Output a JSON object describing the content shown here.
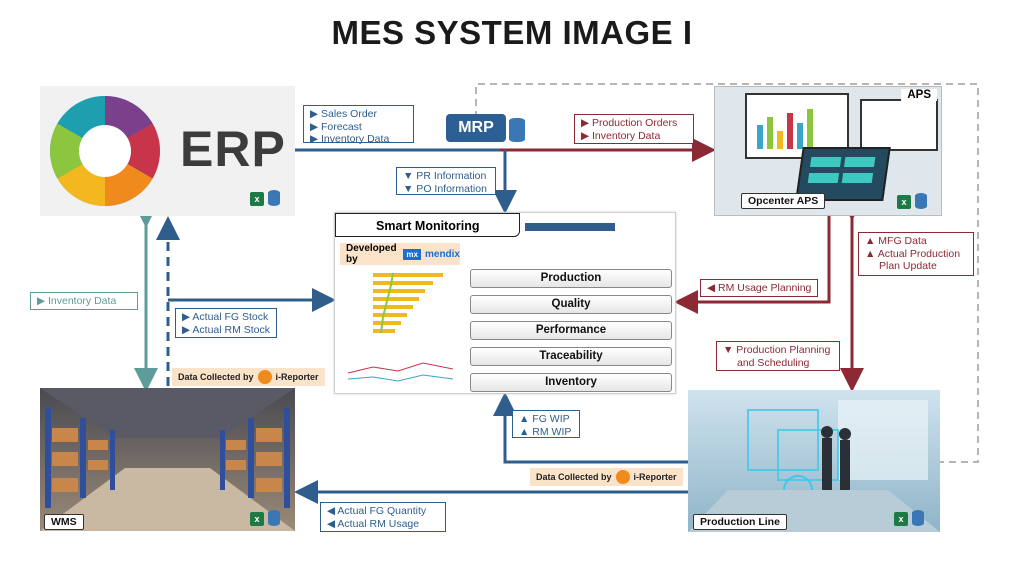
{
  "title": "MES SYSTEM IMAGE I",
  "erp": {
    "label": "ERP"
  },
  "mrp": {
    "label": "MRP"
  },
  "aps": {
    "label": "APS",
    "caption": "Opcenter APS"
  },
  "wms": {
    "caption": "WMS"
  },
  "production_line": {
    "caption": "Production Line"
  },
  "erp_to_aps_data": [
    "▶ Sales Order",
    "▶ Forecast",
    "▶ Inventory Data"
  ],
  "mrp_to_aps_data": [
    "▶ Production Orders",
    "▶ Inventory Data"
  ],
  "mrp_to_monitor_data": [
    "▼ PR Information",
    "▼ PO Information"
  ],
  "inventory_data": "▶ Inventory Data",
  "wms_to_monitor_data": [
    "▶ Actual FG Stock",
    "▶ Actual RM Stock"
  ],
  "aps_to_monitor_data": "◀ RM Usage Planning",
  "aps_mfg_data": [
    "▲ MFG Data",
    "▲ Actual Production",
    "   Plan Update"
  ],
  "aps_to_line_data": [
    "▼ Production Planning",
    "   and Scheduling"
  ],
  "line_to_monitor_data": [
    "▲ FG WIP",
    "▲ RM WIP"
  ],
  "line_to_wms_data": [
    "◀ Actual FG Quantity",
    "◀ Actual RM Usage"
  ],
  "data_collected": {
    "prefix": "Data Collected by",
    "brand": "i-Reporter"
  },
  "smart_monitoring": {
    "title": "Smart Monitoring",
    "developed_by": "Developed by",
    "mendix_mark": "mx",
    "mendix": "mendix",
    "modules": [
      "Production",
      "Quality",
      "Performance",
      "Traceability",
      "Inventory"
    ]
  },
  "colors": {
    "blue": "#2f5d8c",
    "red": "#8b2a35",
    "teal": "#5e9c9a",
    "grey_dash": "#b5b5b5"
  }
}
